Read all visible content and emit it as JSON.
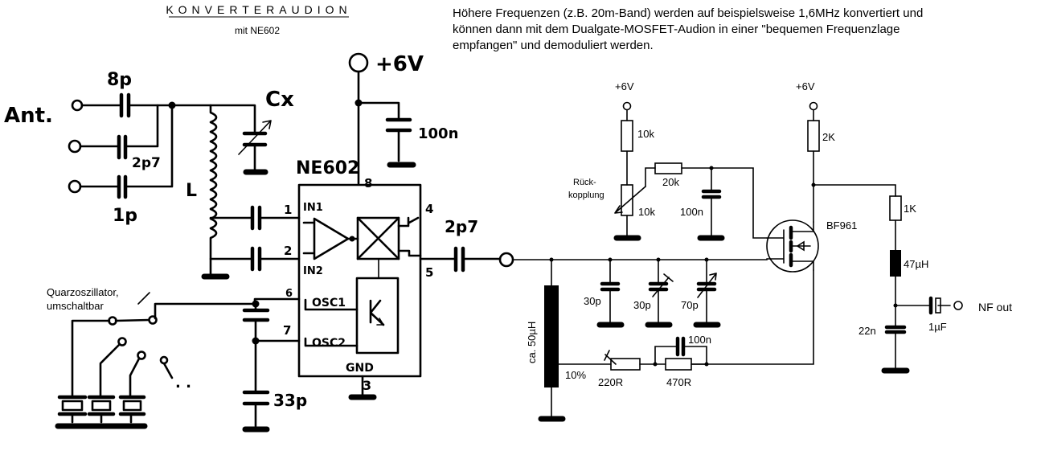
{
  "title": "KONVERTERAUDION",
  "subtitle": "mit NE602",
  "description": [
    "Höhere Frequenzen (z.B. 20m-Band) werden auf beispielsweise 1,6MHz konvertiert und",
    "können dann mit dem  Dualgate-MOSFET-Audion in einer \"bequemen Frequenzlage",
    "empfangen\" und demoduliert werden."
  ],
  "labels": {
    "ant": "Ant.",
    "c8p": "8p",
    "c2p7_in": "2p7",
    "c1p": "1p",
    "cx": "Cx",
    "coil_l": "L",
    "plus6v_big": "+6V",
    "c100n_top": "100n",
    "ic_name": "NE602",
    "pin8": "8",
    "pin1": "1",
    "pin2": "2",
    "pin4": "4",
    "pin5": "5",
    "pin6": "6",
    "pin7": "7",
    "pin3": "3",
    "in1": "IN1",
    "in2": "IN2",
    "osc1": "OSC1",
    "osc2": "OSC2",
    "gnd": "GND",
    "c2p7_out": "2p7",
    "c33p": "33p",
    "quarz_line1": "Quarzoszillator,",
    "quarz_line2": "umschaltbar",
    "plus6v_a": "+6V",
    "plus6v_b": "+6V",
    "r10k_top": "10k",
    "rueck1": "Rück-",
    "rueck2": "kopplung",
    "pot10k": "10k",
    "r20k": "20k",
    "c100n_mid": "100n",
    "r2k": "2K",
    "mosfet": "BF961",
    "r1k": "1K",
    "l47": "47µH",
    "l50": "ca. 50µH",
    "tap": "10%",
    "c30p_a": "30p",
    "c30p_b": "30p",
    "c70p": "70p",
    "c100n_low": "100n",
    "r220": "220R",
    "r470": "470R",
    "c22n": "22n",
    "c1uf": "1µF",
    "nf_out": "NF out"
  }
}
